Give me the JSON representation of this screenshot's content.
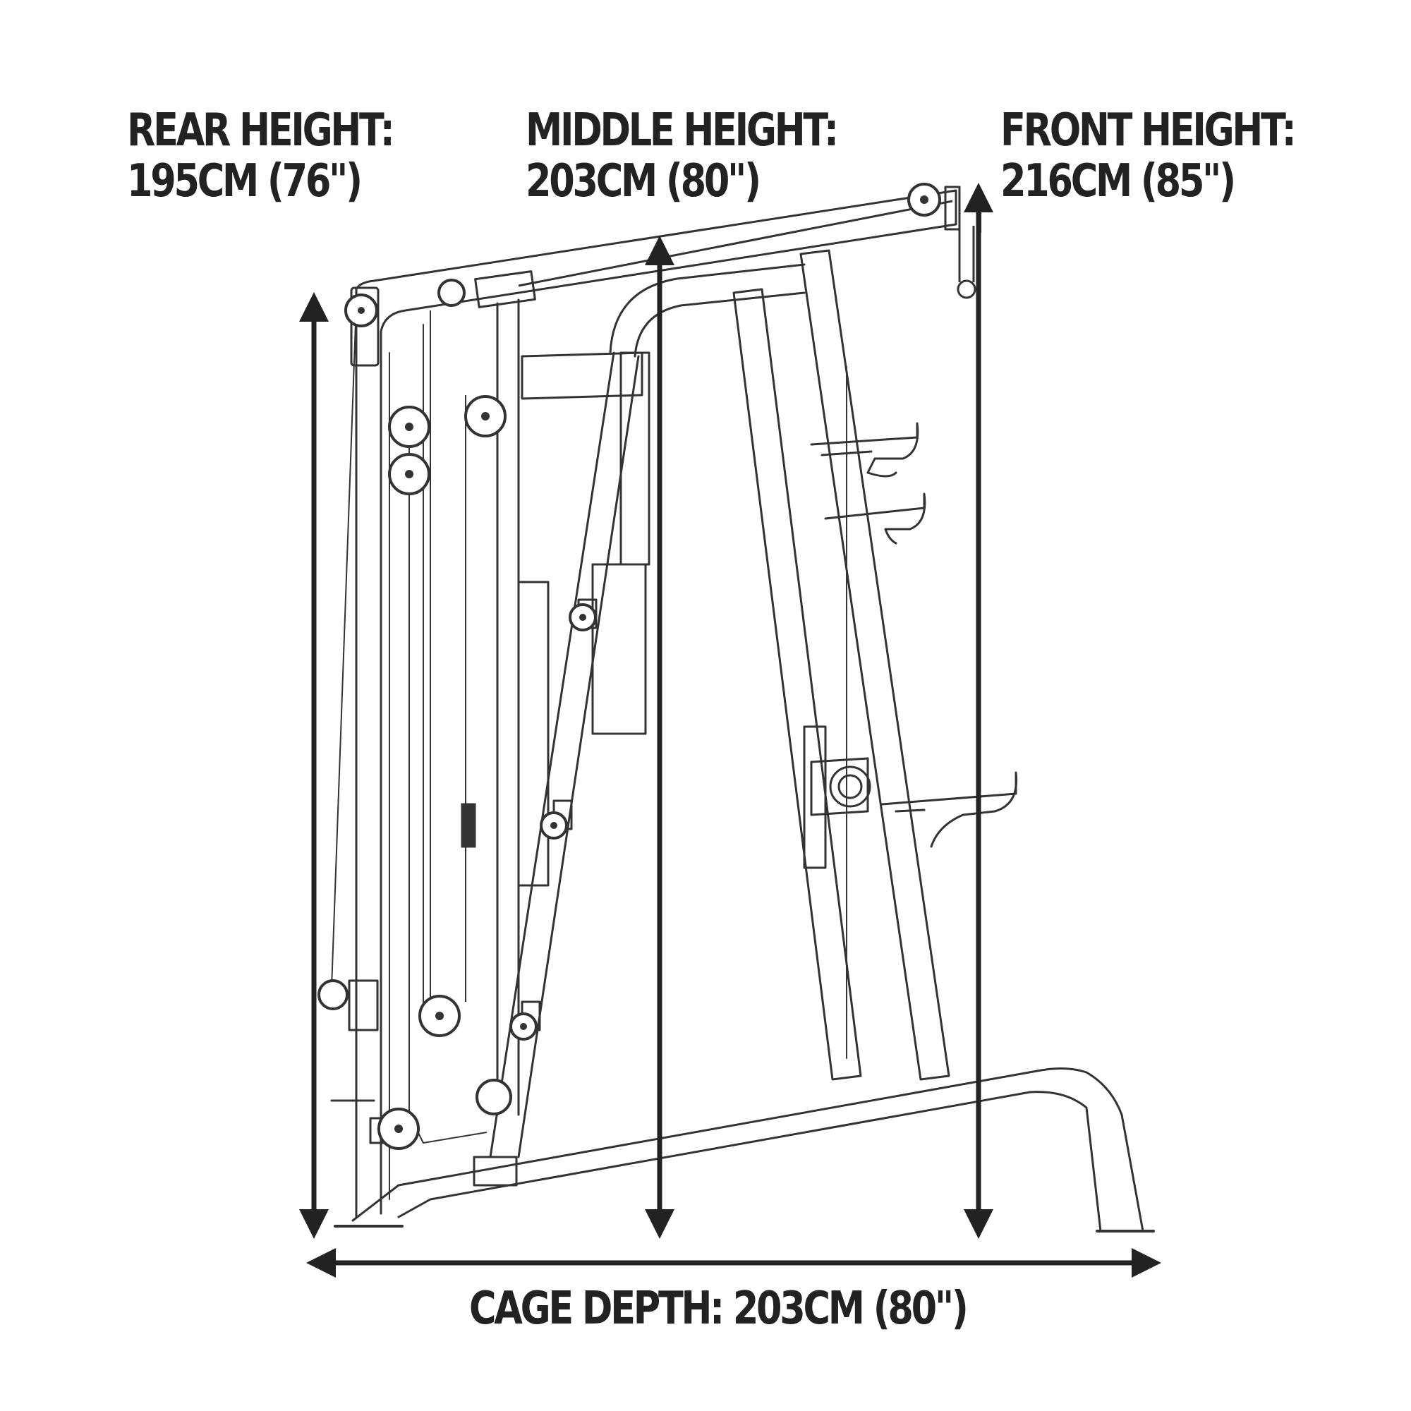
{
  "labels": {
    "rear": {
      "title": "REAR HEIGHT:",
      "value": "195CM (76\")"
    },
    "middle": {
      "title": "MIDDLE HEIGHT:",
      "value": "203CM (80\")"
    },
    "front": {
      "title": "FRONT HEIGHT:",
      "value": "216CM (85\")"
    },
    "depth": {
      "text": "CAGE DEPTH: 203CM (80\")"
    }
  },
  "colors": {
    "ink": "#222222",
    "frame_stroke": "#333333",
    "background": "#ffffff"
  }
}
